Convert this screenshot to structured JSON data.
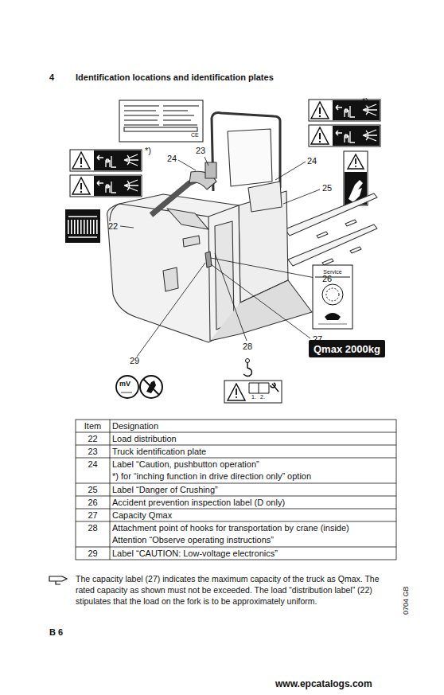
{
  "diagram": {
    "title": "Identification locations and identification plates",
    "nodes": [
      {
        "text": [
          "Qmax 2000kg"
        ]
      }
    ],
    "labels": [
      "4",
      "*)",
      "24",
      "*)",
      "23",
      "24",
      "25",
      "22",
      "26",
      "27",
      "29",
      "28",
      "CE",
      "Service",
      "mV",
      "1.",
      "2.",
      "Item",
      "Designation",
      "22",
      "Load distribution",
      "23",
      "Truck identification plate",
      "24",
      "Label “Caution, pushbutton operation”",
      "*) for “inching function in drive direction only” option",
      "25",
      "Label “Danger of Crushing”",
      "26",
      "Accident prevention inspection label (D only)",
      "27",
      "Capacity Qmax",
      "28",
      "Attachment point of hooks for transportation by crane (inside)",
      "Attention “Observe operating instructions”",
      "29",
      "Label “CAUTION: Low-voltage electronics”",
      "The capacity label (27) indicates the maximum capacity of the truck as Qmax. The rated capacity as shown must not be exceeded. The load “distribution label” (22) stipulates that the load on the fork is to be approximately uniform.",
      "0704 GB",
      "B 6",
      "www.epcatalogs.com"
    ]
  }
}
